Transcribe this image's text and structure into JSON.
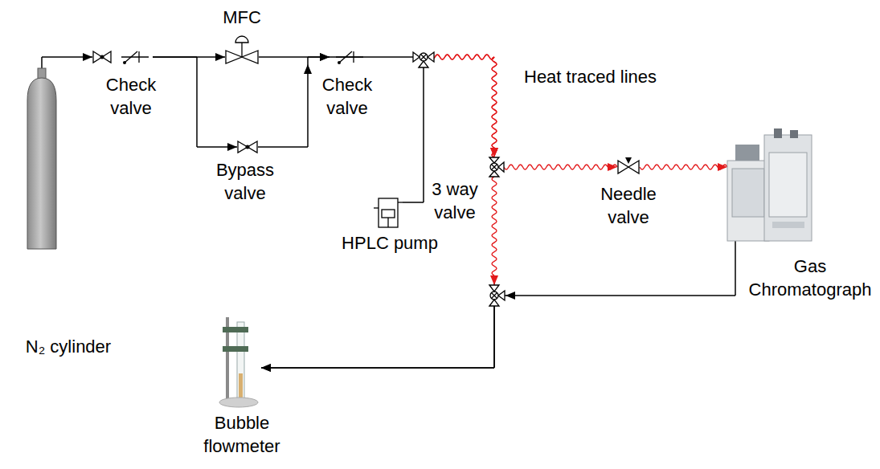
{
  "diagram": {
    "nodes": [
      {
        "text": [
          "N₂ cylinder"
        ]
      },
      {
        "text": [
          "Check valve"
        ]
      },
      {
        "text": [
          "MFC"
        ]
      },
      {
        "text": [
          "Bypass valve"
        ]
      },
      {
        "text": [
          "Check valve"
        ]
      },
      {
        "text": [
          "HPLC pump"
        ]
      },
      {
        "text": [
          "3 way valve"
        ]
      },
      {
        "text": [
          "Needle valve"
        ]
      },
      {
        "text": [
          "Gas Chromatograph"
        ]
      },
      {
        "text": [
          "Bubble flowmeter"
        ]
      }
    ],
    "edges": [
      {
        "from": 0,
        "to": 1,
        "arrow": "to"
      },
      {
        "from": 1,
        "to": 2,
        "arrow": "to"
      },
      {
        "from": 1,
        "to": 3,
        "arrow": "to"
      },
      {
        "from": 2,
        "to": 4,
        "arrow": "to"
      },
      {
        "from": 3,
        "to": 4,
        "arrow": "to"
      },
      {
        "from": 4,
        "to": 6,
        "arrow": "to"
      },
      {
        "from": 5,
        "to": 6,
        "arrow": "to"
      },
      {
        "from": 6,
        "to": 7,
        "arrow": "to"
      },
      {
        "from": 7,
        "to": 8,
        "arrow": "to"
      },
      {
        "from": 6,
        "to": 9,
        "arrow": "to"
      },
      {
        "from": 8,
        "to": 9,
        "arrow": "to"
      }
    ],
    "labels": [
      "Heat traced lines"
    ]
  }
}
